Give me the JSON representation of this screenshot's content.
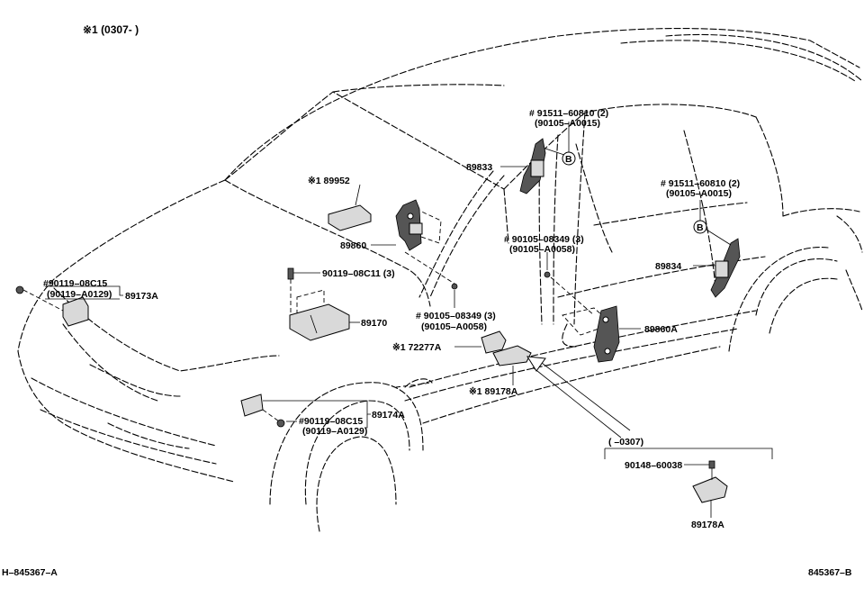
{
  "header_note": "※1 (0307-      )",
  "labels": {
    "p_89952": "※1 89952",
    "p_89860": "89860",
    "p_90119_08c11": "90119–08C11 (3)",
    "p_89170": "89170",
    "p_90119_08c15_a": "#90119–08C15",
    "p_90119_a0129_a": "(90119–A0129)",
    "p_89173a": "89173A",
    "p_89174a": "89174A",
    "p_90119_08c15_b": "#90119–08C15",
    "p_90119_a0129_b": "(90119–A0129)",
    "p_90105_08349_a": "# 90105–08349 (3)",
    "p_90105_a0058_a": "(90105–A0058)",
    "p_72277a": "※1 72277A",
    "p_89178a_main": "※1 89178A",
    "p_91511_60810_a": "# 91511–60810 (2)",
    "p_90105_a0015_a": "(90105–A0015)",
    "p_89833": "89833",
    "p_91511_60810_b": "# 91511–60810 (2)",
    "p_90105_a0015_b": "(90105–A0015)",
    "p_90105_08349_b": "# 90105–08349 (3)",
    "p_90105_a0058_b": "(90105–A0058)",
    "p_89834": "89834",
    "p_89860a": "89860A",
    "callout_b1": "B",
    "callout_b2": "B",
    "inset_range": "(      –0307)",
    "inset_90148": "90148–60038",
    "inset_89178a": "89178A"
  },
  "footer": {
    "left_code": "H–845367–A",
    "right_code": "845367–B"
  }
}
